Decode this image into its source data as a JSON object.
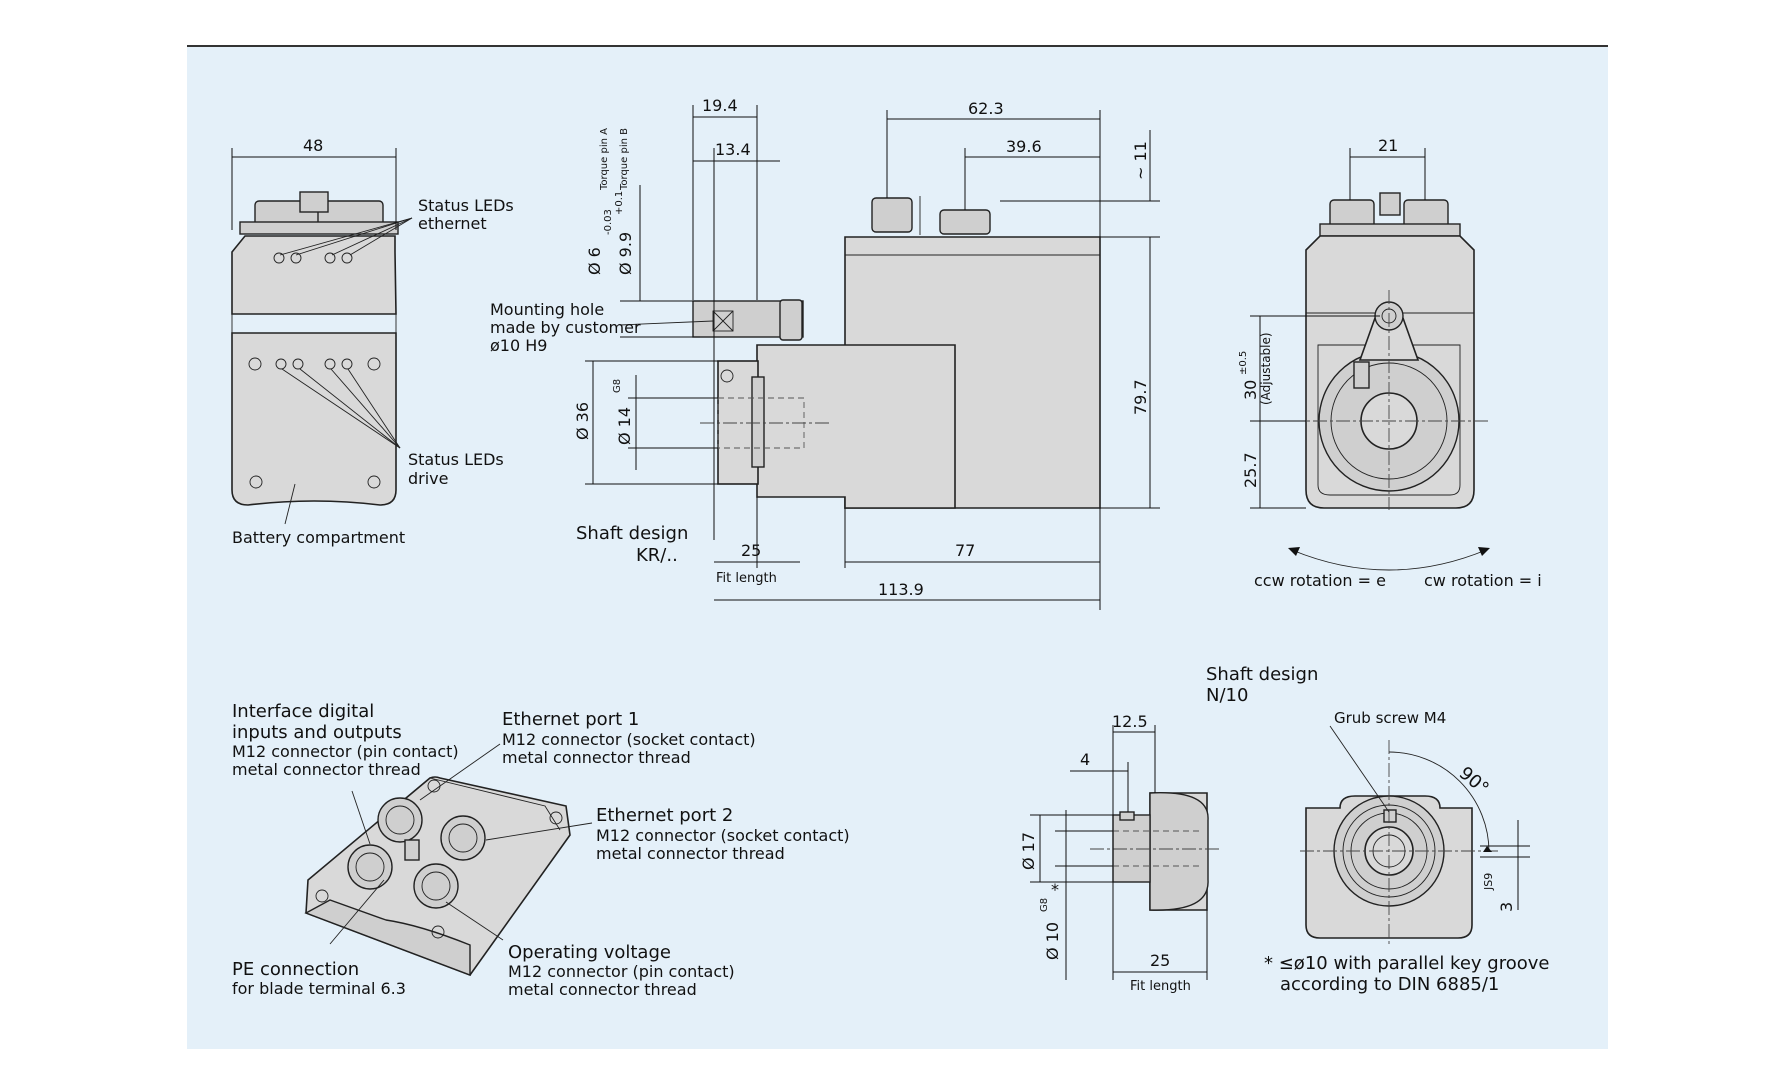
{
  "labels": {
    "status_leds_ethernet_1": "Status LEDs",
    "status_leds_ethernet_2": "ethernet",
    "status_leds_drive_1": "Status LEDs",
    "status_leds_drive_2": "drive",
    "battery": "Battery compartment",
    "mounting_1": "Mounting hole",
    "mounting_2": "made by customer",
    "mounting_3": "ø10 H9",
    "shaft_kr_1": "Shaft design",
    "shaft_kr_2": "KR/..",
    "fit_length_1": "Fit length",
    "fit_length_2": "Fit length",
    "torque_a": "Torque pin A",
    "torque_b": "Torque pin B",
    "ccw": "ccw rotation = e",
    "cw": "cw rotation = i",
    "adjustable": "(Adjustable)",
    "shaft_n_1": "Shaft design",
    "shaft_n_2": "N/10",
    "grub_screw": "Grub screw M4",
    "footnote_1": "*  ≤ø10 with parallel key groove",
    "footnote_2": "according to DIN 6885/1",
    "iface_1": "Interface digital",
    "iface_2": "inputs and outputs",
    "iface_3": "M12 connector (pin contact)",
    "iface_4": "metal connector thread",
    "eth1_1": "Ethernet port 1",
    "eth1_2": "M12 connector (socket contact)",
    "eth1_3": "metal connector thread",
    "eth2_1": "Ethernet port 2",
    "eth2_2": "M12 connector (socket contact)",
    "eth2_3": "metal connector thread",
    "pe_1": "PE connection",
    "pe_2": "for blade terminal 6.3",
    "op_1": "Operating voltage",
    "op_2": "M12 connector (pin contact)",
    "op_3": "metal connector thread"
  },
  "dimensions": {
    "d48": "48",
    "d19_4": "19.4",
    "d13_4": "13.4",
    "d62_3": "62.3",
    "d39_6": "39.6",
    "d11": "~ 11",
    "d21": "21",
    "d6": "Ø 6",
    "d6_tol": "-0.03",
    "d9_9": "Ø 9.9",
    "d9_9_tol": "+0.1",
    "d36": "Ø 36",
    "d14": "Ø 14",
    "d14_tol": "G8",
    "d79_7": "79.7",
    "d25a": "25",
    "d77": "77",
    "d113_9": "113.9",
    "d30": "30",
    "d30_tol": "±0.5",
    "d25_7": "25.7",
    "d12_5": "12.5",
    "d4": "4",
    "d17": "Ø 17",
    "d10": "Ø 10",
    "d10_tol": "G8",
    "d10_star": "*",
    "d25b": "25",
    "d90": "90°",
    "djs9": "JS9",
    "d3": "3"
  }
}
